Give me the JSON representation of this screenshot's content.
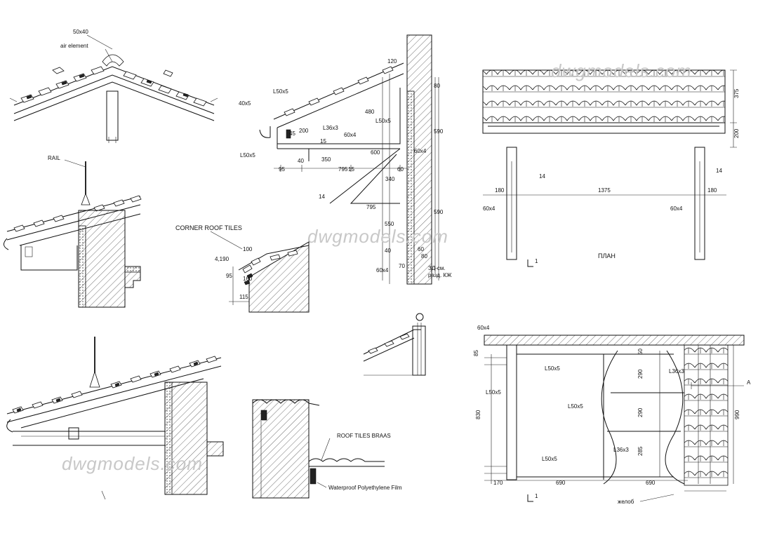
{
  "watermark": "dwgmodels.com",
  "labels": {
    "ridge_size": "50x40",
    "air_element": "air element",
    "rail": "RAIL",
    "corner_roof_tiles": "CORNER ROOF TILES",
    "roof_tiles_braas": "ROOF TILES BRAAS",
    "waterproof_film": "Waterproof Polyethylene Film",
    "plan": "ПЛАН",
    "gutter": "желоб",
    "section_mark": "1",
    "section_a": "A",
    "note_kzh": "ЗД-см.",
    "note_razd": "разд. КЖ"
  },
  "section": {
    "l50x5_top": "L50x5",
    "s40x5": "40x5",
    "l36x3": "L36x3",
    "l50x5_right": "L50x5",
    "l50x5_left": "L50x5",
    "plate_60x4": "60x4",
    "plate_60x4_right": "60x4",
    "plate_60x4_bottom": "60x4",
    "rod_14": "14",
    "d200": "200",
    "d45": "45",
    "d15": "15",
    "d350": "350",
    "d95": "95",
    "d40": "40",
    "d795": "795",
    "d15b": "15",
    "d60": "60",
    "d600": "600",
    "d480": "480",
    "d340": "340",
    "d795v": "795",
    "d550": "550",
    "d120": "120",
    "d80": "80",
    "d590": "590",
    "d590b": "590",
    "d80b": "80",
    "d40b": "40",
    "d70": "70",
    "d60b": "60"
  },
  "corner": {
    "elev": "4,190",
    "d100": "100",
    "d95": "95",
    "d160": "160",
    "d115": "115"
  },
  "plan_top": {
    "d375": "375",
    "d200": "200",
    "d180": "180",
    "d1375": "1375",
    "d180r": "180",
    "rod_14": "14",
    "rod_14r": "14",
    "plate_60x4": "60x4",
    "plate_60x4r": "60x4"
  },
  "plan_bottom": {
    "plate_60x4": "60x4",
    "d85": "85",
    "l50x5_a": "L50x5",
    "l50x5_b": "L50x5",
    "l50x5_c": "L50x5",
    "l50x5_d": "L50x5",
    "l36x3_a": "L36x3",
    "l36x3_b": "L36x3",
    "d830": "830",
    "d50": "50",
    "d290a": "290",
    "d290b": "290",
    "d285": "285",
    "d990": "990",
    "d170": "170",
    "d690a": "690",
    "d690b": "690"
  }
}
